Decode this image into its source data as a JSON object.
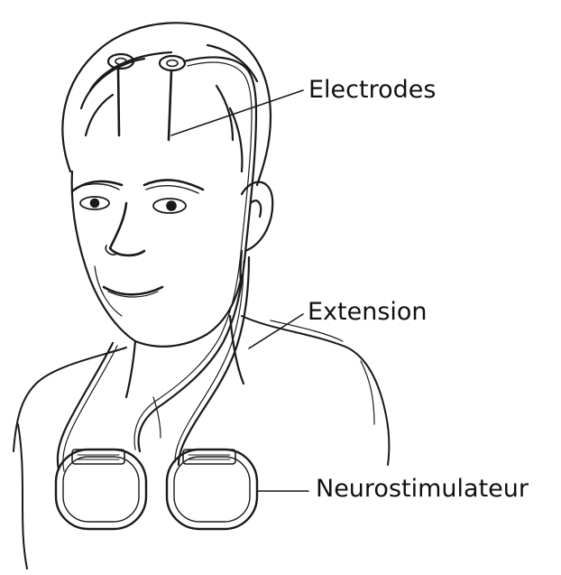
{
  "labels": {
    "electrodes": "Electrodes",
    "extension": "Extension",
    "neurostimulator": "Neurostimulateur"
  },
  "colors": {
    "ink": "#1a1a1a",
    "background": "#ffffff"
  }
}
